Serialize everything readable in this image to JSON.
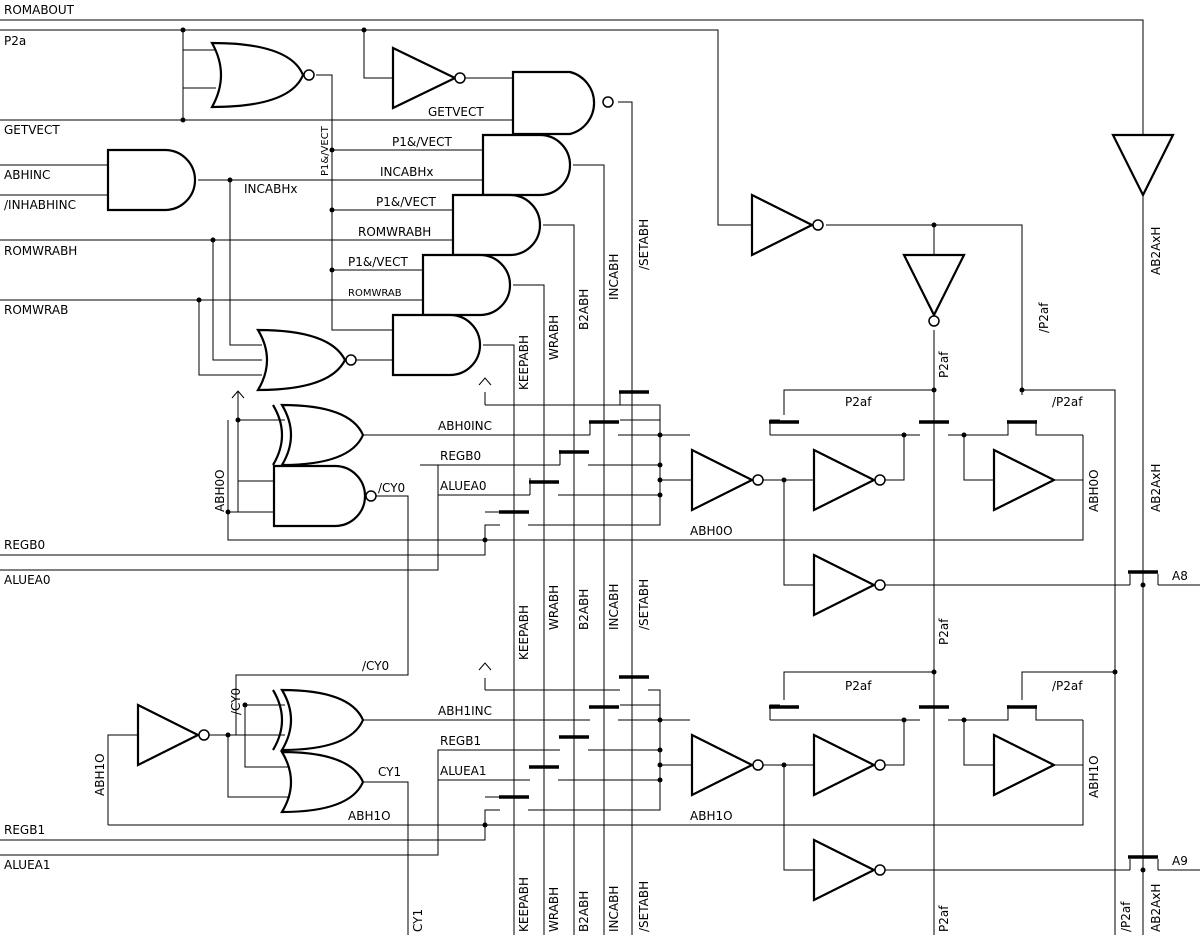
{
  "inputs": {
    "romabout": "ROMABOUT",
    "p2a": "P2a",
    "getvect": "GETVECT",
    "abhinc": "ABHINC",
    "inhabhinc": "/INHABHINC",
    "romwrabh": "ROMWRABH",
    "romwrab": "ROMWRAB",
    "regb0": "REGB0",
    "aluea0": "ALUEA0",
    "regb1": "REGB1",
    "aluea1": "ALUEA1"
  },
  "wires": {
    "getvect": "GETVECT",
    "p1vect": "P1&/VECT",
    "incabhx": "INCABHx",
    "romwrabh": "ROMWRABH",
    "romwrab": "ROMWRAB",
    "keepabh": "KEEPABH",
    "wrabh": "WRABH",
    "b2abh": "B2ABH",
    "incabh": "INCABH",
    "setabh": "/SETABH",
    "p2af": "P2af",
    "np2af": "/P2af",
    "ab2axh": "AB2AxH"
  },
  "bit0": {
    "abhinc": "ABH0INC",
    "regb": "REGB0",
    "aluea": "ALUEA0",
    "cy": "/CY0",
    "abho": "ABH0O",
    "out": "A8"
  },
  "bit1": {
    "abhinc": "ABH1INC",
    "regb": "REGB1",
    "aluea": "ALUEA1",
    "cyin": "/CY0",
    "cy": "CY1",
    "abho": "ABH1O",
    "out": "A9"
  }
}
